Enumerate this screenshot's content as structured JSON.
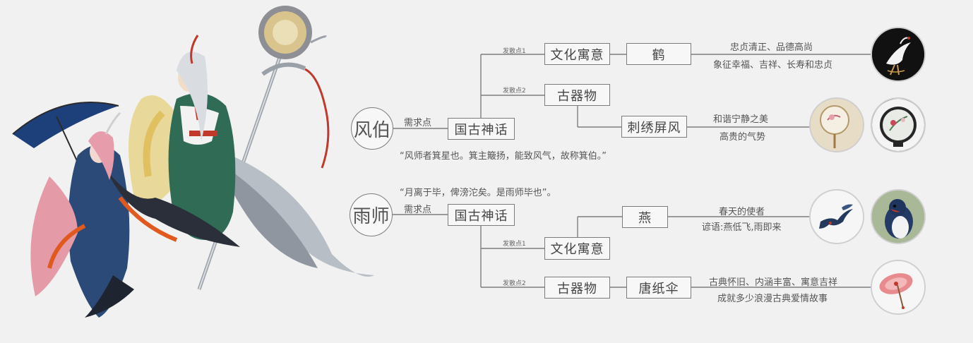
{
  "fengbo": {
    "name": "风伯",
    "demand_label": "需求点",
    "core": "国古神话",
    "quote": "“风师者箕星也。箕主簸扬，能致风气，故称箕伯。”",
    "branch1": {
      "tag": "发散点1",
      "node": "文化寓意",
      "sub": "鹤",
      "desc1": "忠贞清正、品德高尚",
      "desc2": "象征幸福、吉祥、长寿和忠贞"
    },
    "branch2": {
      "tag": "发散点2",
      "node": "古器物",
      "sub": "刺绣屏风",
      "desc1": "和谐宁静之美",
      "desc2": "高贵的气势"
    }
  },
  "yushi": {
    "name": "雨师",
    "demand_label": "需求点",
    "core": "国古神话",
    "quote": "“月离于毕，俾滂沱矣。是雨师毕也”。",
    "branch1": {
      "tag": "发散点1",
      "node": "文化寓意",
      "sub": "燕",
      "desc1": "春天的使者",
      "desc2": "谚语:燕低飞,雨即来"
    },
    "branch2": {
      "tag": "发散点2",
      "node": "古器物",
      "sub": "唐纸伞",
      "desc1": "古典怀旧、内涵丰富、寓意吉祥",
      "desc2": "成就多少浪漫古典爱情故事"
    }
  },
  "icons": [
    "crane-image",
    "round-fan-image",
    "embroidered-screen-image",
    "swallow-flying-image",
    "swallow-portrait-image",
    "paper-umbrella-image",
    "deity-characters-illustration"
  ]
}
